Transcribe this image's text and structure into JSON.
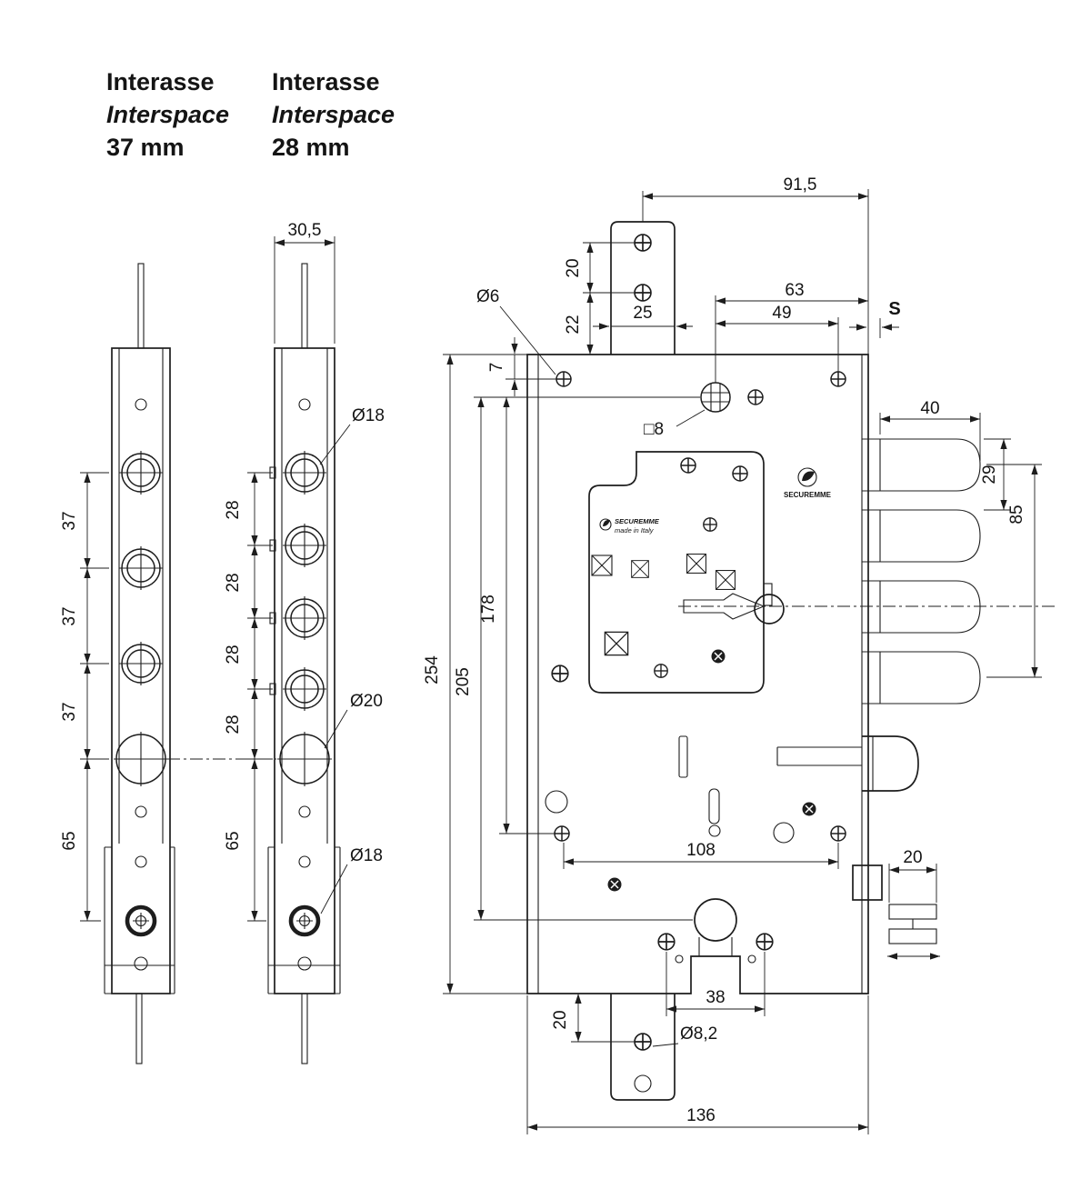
{
  "headers": {
    "col37": {
      "line1": "Interasse",
      "line2": "Interspace",
      "line3": "37 mm"
    },
    "col28": {
      "line1": "Interasse",
      "line2": "Interspace",
      "line3": "28 mm"
    }
  },
  "profile37": {
    "pitch": "37",
    "bottom_pitch": "65"
  },
  "profile28": {
    "width": "30,5",
    "pitch": "28",
    "bottom_pitch": "65",
    "dia_top": "Ø18",
    "dia_mid": "Ø20",
    "dia_bottom": "Ø18"
  },
  "body": {
    "top_width": "91,5",
    "tab_hole_pitch": "20",
    "tab_edge_dist": "22",
    "tab_width": "25",
    "cyl_to_edge": "63",
    "screw_to_cyl": "49",
    "door_thickness": "S",
    "hole_dia": "Ø6",
    "edge_offset": "7",
    "spindle_square": "□8",
    "bolt_throw": "40",
    "bolt_top_pitch": "29",
    "bolt_span": "85",
    "body_height": "254",
    "cyl_to_keyhole": "205",
    "cyl_to_screw": "178",
    "screw_pitch": "108",
    "keyhole_screw_pitch": "38",
    "tab_screw_offset": "20",
    "tab_hole_dia": "Ø8,2",
    "body_width": "136",
    "aux_throw": "20"
  },
  "branding": {
    "name": "SECUREMME",
    "made_in": "made in Italy"
  }
}
